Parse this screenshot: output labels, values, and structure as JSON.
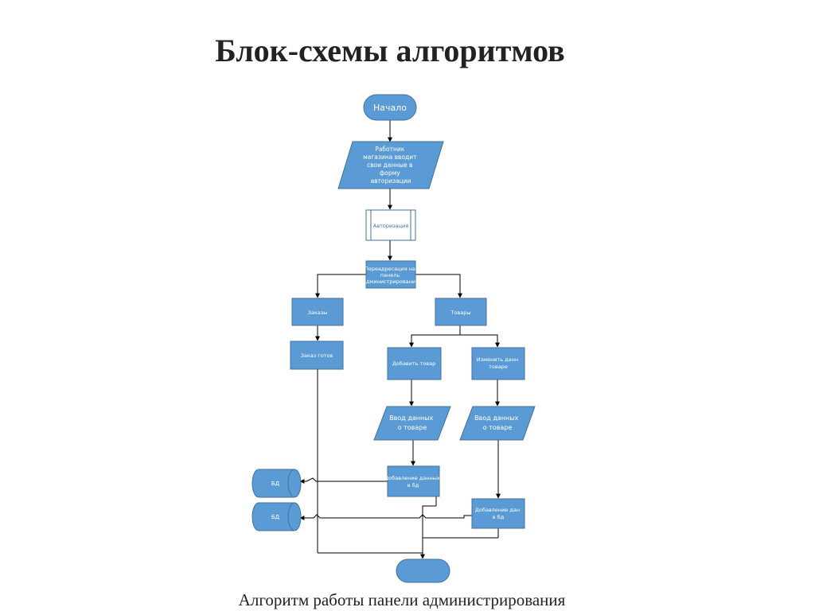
{
  "title": "Блок-схемы алгоритмов",
  "caption": "Алгоритм работы панели администрирования",
  "colors": {
    "shape_fill": "#5B9BD5",
    "shape_stroke": "#41719C",
    "connector": "#000000",
    "subprocess_fill": "#ffffff"
  },
  "flow": {
    "start": "Начало",
    "input_auth": [
      "Работник",
      "магазина вводит",
      "свои данные в",
      "форму",
      "авторизации"
    ],
    "auth_process": "Авторизация",
    "redirect": [
      "Переадресация на",
      "панель",
      "администрирования"
    ],
    "orders": "Заказы",
    "goods": "Товары",
    "order_ready": "Заказ готов",
    "add_product": "Добавить товар",
    "edit_product": [
      "Изменить данн",
      "товаре"
    ],
    "input_add": [
      "Ввод данных",
      "о товаре"
    ],
    "input_edit": [
      "Ввод данных",
      "о товаре"
    ],
    "add_to_db": [
      "Добавление данных",
      "в бд"
    ],
    "save_to_db": [
      "Добавление дан",
      "в бд"
    ],
    "db_1": "БД",
    "db_2": "БД",
    "end": ""
  }
}
